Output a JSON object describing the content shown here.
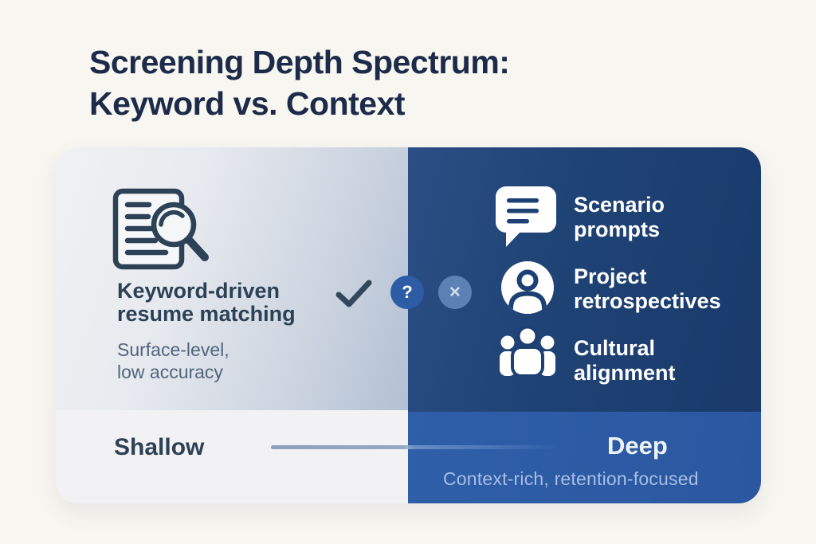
{
  "title": {
    "line1": "Screening Depth Spectrum:",
    "line2": "Keyword vs. Context"
  },
  "left_panel": {
    "icon": "document-magnifier-icon",
    "heading_line1": "Keyword-driven",
    "heading_line2": "resume matching",
    "sub_line1": "Surface-level,",
    "sub_line2": "low accuracy"
  },
  "center_markers": {
    "check_icon": "checkmark-icon",
    "question_mark": "?",
    "cross_mark": "✕"
  },
  "right_panel": {
    "items": [
      {
        "icon": "chat-bubble-icon",
        "line1": "Scenario",
        "line2": "prompts"
      },
      {
        "icon": "person-icon",
        "line1": "Project",
        "line2": "retrospectives"
      },
      {
        "icon": "group-icon",
        "line1": "Cultural",
        "line2": "alignment"
      }
    ]
  },
  "scale": {
    "left_label": "Shallow",
    "right_label": "Deep",
    "right_sublabel": "Context-rich, retention-focused"
  },
  "colors": {
    "page_background": "#f8f6f0",
    "title_text": "#1c2b49",
    "navy_panel": "#1f4274",
    "medium_blue_strip": "#2c5aa3",
    "question_badge": "#2d5ca4",
    "cross_badge": "#5e81b5",
    "slate_icon_stroke": "#2e4257",
    "spectrum_line": "#8ba1bd",
    "deep_sublabel_text": "#a7bee3"
  }
}
